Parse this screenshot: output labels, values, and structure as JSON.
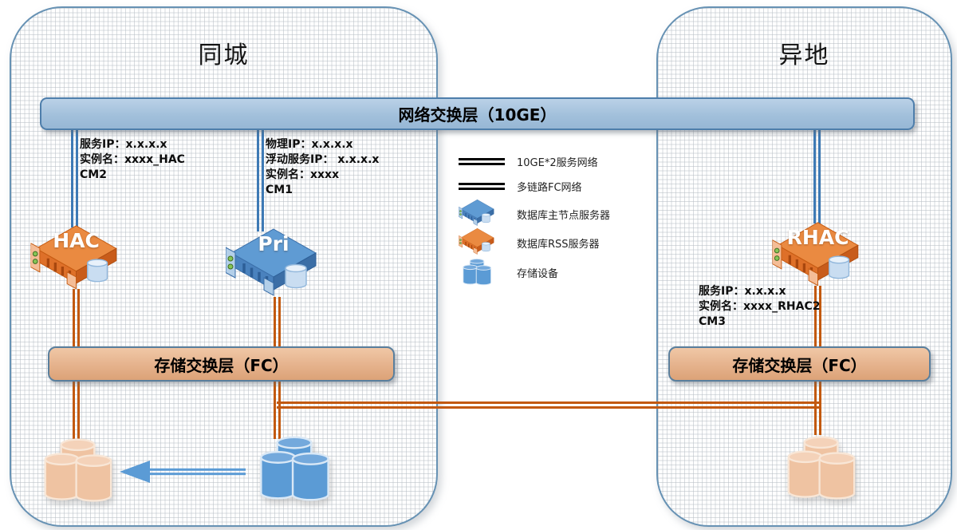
{
  "zones": {
    "left": {
      "title": "同城"
    },
    "right": {
      "title": "异地"
    }
  },
  "network_layer": {
    "label": "网络交换层（10GE）"
  },
  "storage_layers": {
    "left": {
      "label": "存储交换层（FC）"
    },
    "right": {
      "label": "存储交换层（FC）"
    }
  },
  "servers": {
    "hac": {
      "label": "HAC",
      "info_lines": [
        "服务IP：x.x.x.x",
        "实例名：xxxx_HAC",
        "CM2"
      ]
    },
    "pri": {
      "label": "Pri",
      "info_lines": [
        "物理IP：x.x.x.x",
        "浮动服务IP： x.x.x.x",
        "实例名：xxxx",
        "CM1"
      ]
    },
    "rhac": {
      "label": "RHAC",
      "info_lines": [
        "服务IP：x.x.x.x",
        "实例名：xxxx_RHAC2",
        "CM3"
      ]
    }
  },
  "legend": {
    "items": [
      {
        "type": "line-blue",
        "label": "10GE*2服务网络"
      },
      {
        "type": "line-orange",
        "label": "多链路FC网络"
      },
      {
        "type": "server-blue",
        "label": "数据库主节点服务器"
      },
      {
        "type": "server-orange",
        "label": "数据库RSS服务器"
      },
      {
        "type": "storage-blue",
        "label": "存储设备"
      }
    ]
  },
  "colors": {
    "blue_link": "#3E7AB5",
    "orange_link": "#C2590F",
    "network_bar": "#A2C0DB",
    "fc_bar": "#E5B28C",
    "zone_border": "#6792B4",
    "server_orange": "#DE7029",
    "server_blue": "#4A82BE",
    "storage_peach": "#EFC3A2",
    "storage_blue": "#5B9BD5",
    "arrow_blue": "#5B9BD5"
  }
}
